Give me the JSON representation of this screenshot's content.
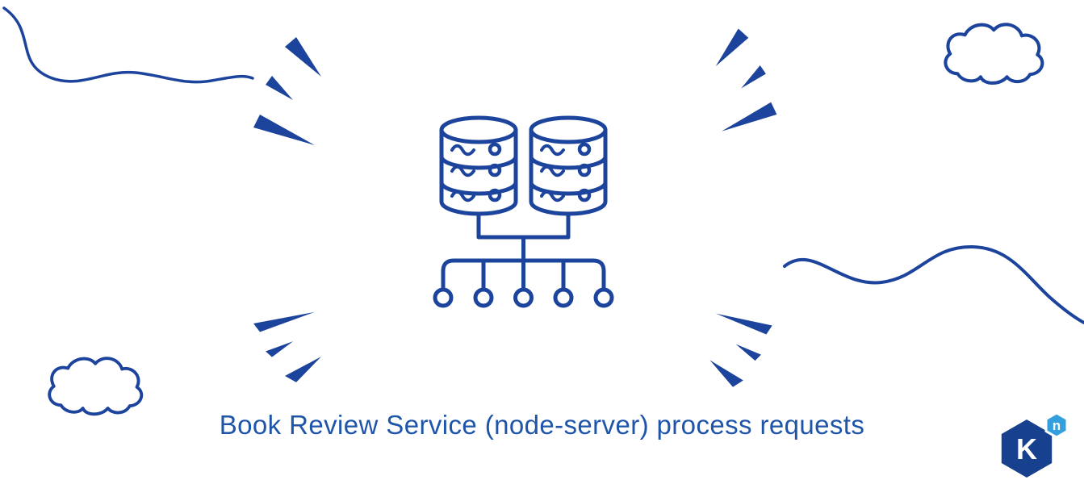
{
  "caption": {
    "text": "Book Review Service (node-server) process requests"
  },
  "logo": {
    "name": "knative-logo",
    "primary_letter": "K",
    "accent_letter": "n"
  },
  "colors": {
    "ink": "#1c449c",
    "caption_text": "#1f55a9",
    "logo_primary": "#17418f",
    "logo_accent": "#33a0dd",
    "canvas_background": "#ffffff"
  },
  "illustration": {
    "icons": [
      "database-stack-icon",
      "database-stack-icon",
      "fanout-connector",
      "node-circle",
      "sparkle-burst-icon",
      "sparkle-burst-icon",
      "sparkle-burst-icon",
      "sparkle-burst-icon",
      "cloud-icon",
      "cloud-icon",
      "squiggle-line",
      "squiggle-line"
    ]
  }
}
